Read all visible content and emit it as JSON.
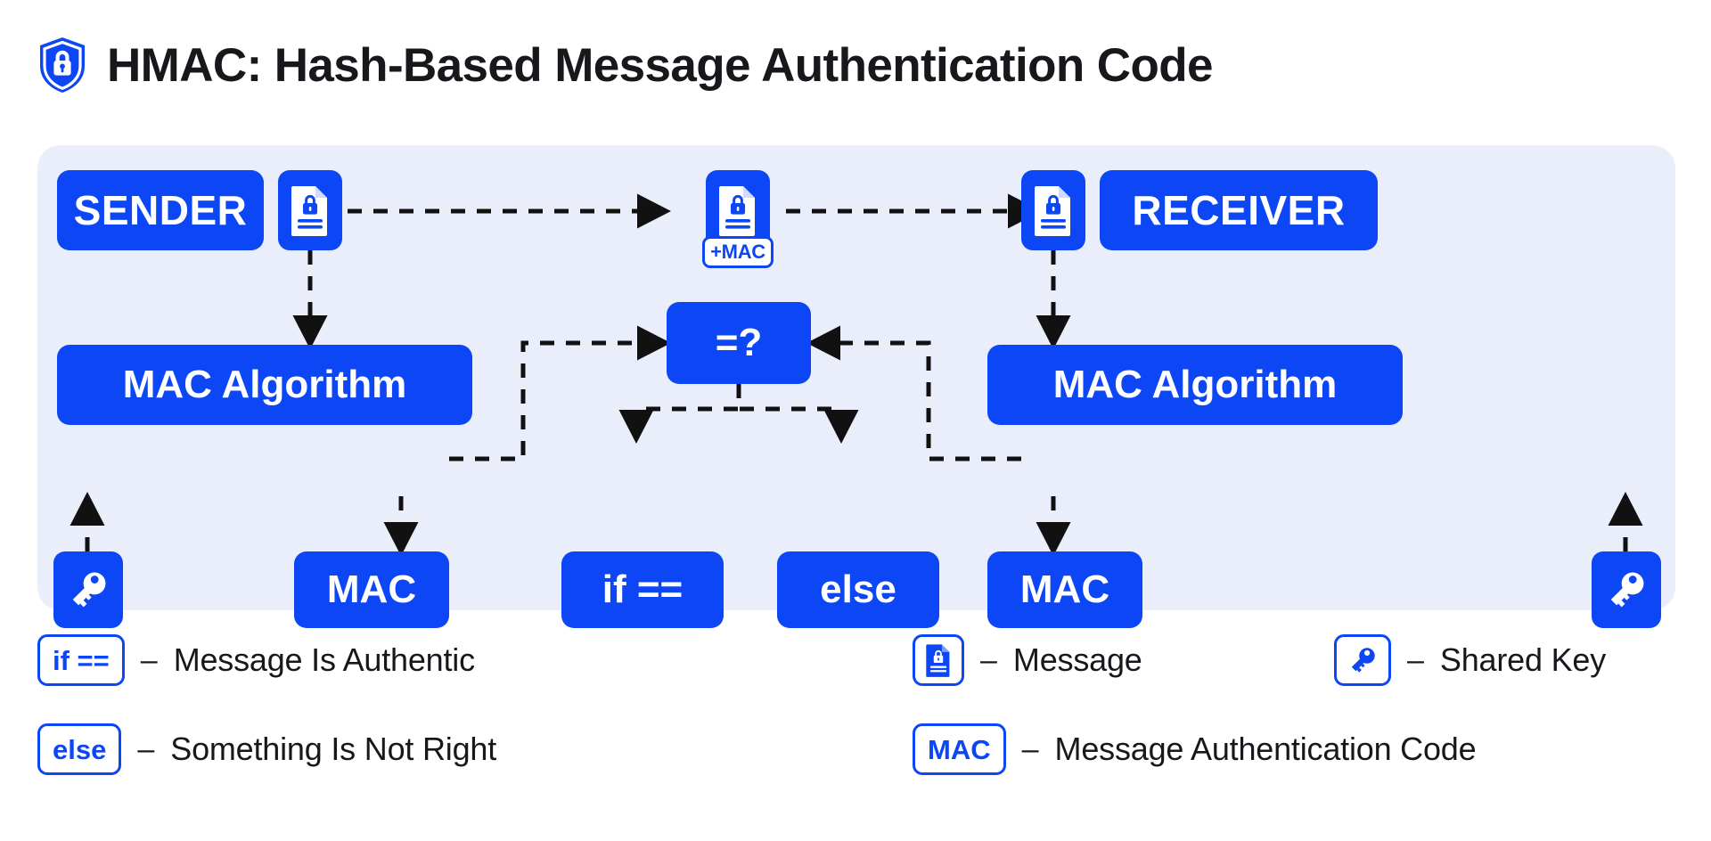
{
  "title": {
    "text": "HMAC: Hash-Based Message Authentication Code",
    "icon": "shield-lock-icon"
  },
  "colors": {
    "brand_blue": "#0d47f5",
    "panel_bg": "#e9eefa",
    "text_dark": "#17181c",
    "connector": "#111111",
    "white": "#ffffff"
  },
  "diagram": {
    "nodes": {
      "sender": {
        "label": "SENDER"
      },
      "sender_message": {
        "icon": "message-document-icon"
      },
      "transit_message": {
        "icon": "message-document-icon",
        "badge": "+MAC"
      },
      "receiver_message": {
        "icon": "message-document-icon"
      },
      "receiver": {
        "label": "RECEIVER"
      },
      "sender_mac_algorithm": {
        "label": "MAC Algorithm"
      },
      "compare": {
        "label": "=?"
      },
      "receiver_mac_algorithm": {
        "label": "MAC Algorithm"
      },
      "sender_key": {
        "icon": "key-icon"
      },
      "sender_mac": {
        "label": "MAC"
      },
      "if_equal": {
        "label": "if =="
      },
      "else": {
        "label": "else"
      },
      "receiver_mac": {
        "label": "MAC"
      },
      "receiver_key": {
        "icon": "key-icon"
      }
    }
  },
  "legend": {
    "items": [
      {
        "chip": "if ==",
        "chip_type": "text",
        "dash": "–",
        "label": "Message Is Authentic"
      },
      {
        "chip": "else",
        "chip_type": "text",
        "dash": "–",
        "label": "Something Is Not Right"
      },
      {
        "chip": "message-document-icon",
        "chip_type": "icon",
        "dash": "–",
        "label": "Message"
      },
      {
        "chip": "MAC",
        "chip_type": "text",
        "dash": "–",
        "label": "Message Authentication Code"
      },
      {
        "chip": "key-icon",
        "chip_type": "icon",
        "dash": "–",
        "label": "Shared Key"
      }
    ]
  }
}
